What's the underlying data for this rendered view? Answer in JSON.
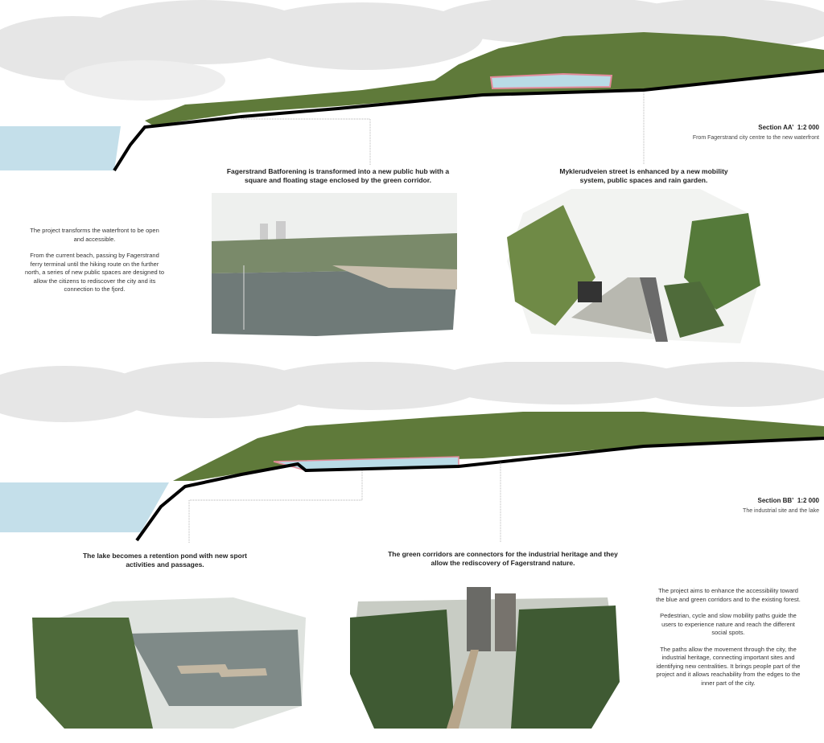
{
  "section_aa": {
    "title": "Section AA’",
    "scale": "1:2 000",
    "subtitle": "From Fagerstrand city centre to the new waterfront",
    "caption_left": "Fagerstrand Batforening is transformed into a new public hub with a square and floating stage enclosed by the green corridor.",
    "caption_right": "Myklerudveien street is enhanced by a new mobility system, public spaces and rain garden.",
    "text_paragraphs": [
      "The project transforms the waterfront to be open and accessible.",
      "From the current beach, passing by Fagerstrand ferry terminal until the hiking route on the further north, a series of new public spaces are designed to allow the citizens to rediscover the city and its connection to the fjord."
    ]
  },
  "section_bb": {
    "title": "Section BB’",
    "scale": "1:2 000",
    "subtitle": "The industrial site and the lake",
    "caption_left": "The lake becomes a retention pond with new sport activities and passages.",
    "caption_right": "The green corridors are connectors for the industrial heritage and they allow the rediscovery of Fagerstrand nature.",
    "text_paragraphs": [
      "The project aims to enhance the accessibility toward the blue and green corridors and to the existing forest.",
      "Pedestrian, cycle and slow mobility paths guide the users to experience nature and reach the different social spots.",
      "The paths allow the movement through the city, the industrial heritage, connecting important sites and identifying new centralities. It brings people part of the project and it allows reachability from the edges to the inner part of the city."
    ]
  },
  "colors": {
    "water": "#c4dfea",
    "vegetation": "#5f7a3a",
    "path": "#e48a9a",
    "ground": "#000000"
  }
}
